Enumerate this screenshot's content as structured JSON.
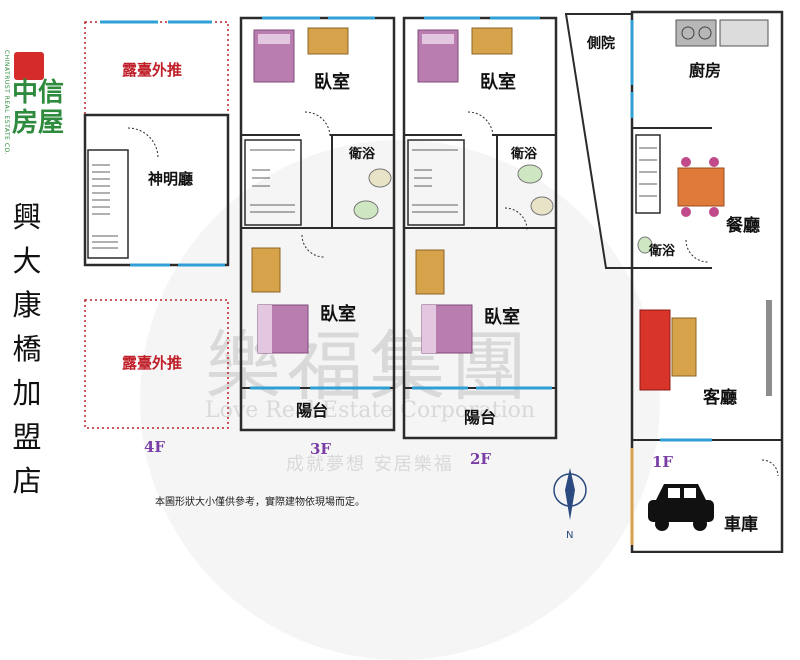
{
  "brand": {
    "name": "中信房屋",
    "name_line1": "中信",
    "name_line2": "房屋",
    "english": "CHINATRUST REAL ESTATE CO."
  },
  "store_name": "興大康橋加盟店",
  "watermark": {
    "title": "樂福集團",
    "english": "Love Real Estate Corporation",
    "slogan": "成就夢想 安居樂福"
  },
  "disclaimer": "本圖形狀大小僅供參考，實際建物依現場而定。",
  "compass_label": "N",
  "floors": {
    "f4": {
      "label": "4F",
      "rooms": {
        "balcony_top": "露臺外推",
        "shrine": "神明廳",
        "balcony_bottom": "露臺外推"
      }
    },
    "f3": {
      "label": "3F",
      "rooms": {
        "bedroom_top": "臥室",
        "bath": "衛浴",
        "bedroom_bottom": "臥室",
        "balcony": "陽台"
      }
    },
    "f2": {
      "label": "2F",
      "rooms": {
        "bedroom_top": "臥室",
        "bath": "衛浴",
        "bedroom_bottom": "臥室",
        "balcony": "陽台"
      }
    },
    "f1": {
      "label": "1F",
      "rooms": {
        "side_yard": "側院",
        "kitchen": "廚房",
        "dining": "餐廳",
        "bath": "衛浴",
        "living": "客廳",
        "garage": "車庫"
      }
    }
  },
  "colors": {
    "wall": "#2b2b2b",
    "window": "#2f9fd6",
    "balcony_red": "#c0202a",
    "floor_label": "#7a3da6",
    "brand_green": "#2e8b3e",
    "brand_red": "#d62b2b",
    "bed": "#b97db0",
    "desk": "#d6a24a",
    "sofa": "#d8342a"
  }
}
